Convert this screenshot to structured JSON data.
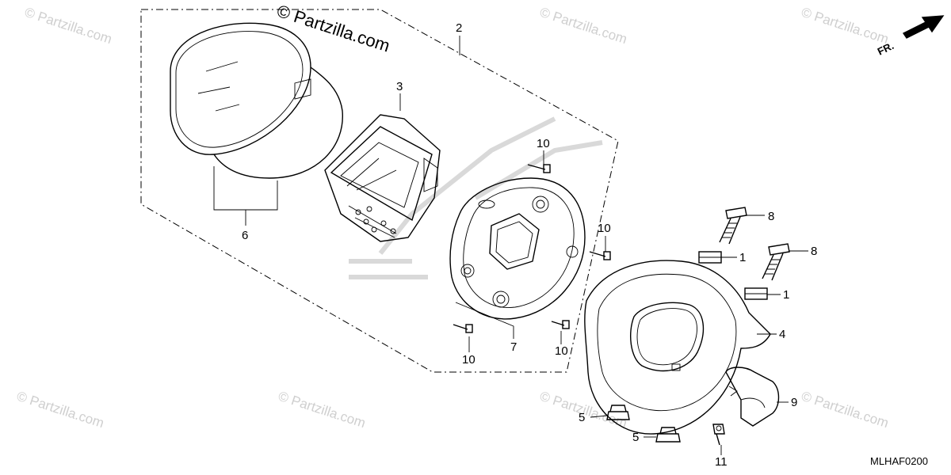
{
  "watermark_text": "© Partzilla.com",
  "brand_text": "© Partzilla.com",
  "diagram_code": "MLHAF0200",
  "front_indicator": "FR.",
  "callouts": {
    "c1a": "1",
    "c1b": "1",
    "c2": "2",
    "c3": "3",
    "c4": "4",
    "c5a": "5",
    "c5b": "5",
    "c6": "6",
    "c7": "7",
    "c8a": "8",
    "c8b": "8",
    "c9": "9",
    "c10a": "10",
    "c10b": "10",
    "c10c": "10",
    "c10d": "10",
    "c11": "11"
  }
}
